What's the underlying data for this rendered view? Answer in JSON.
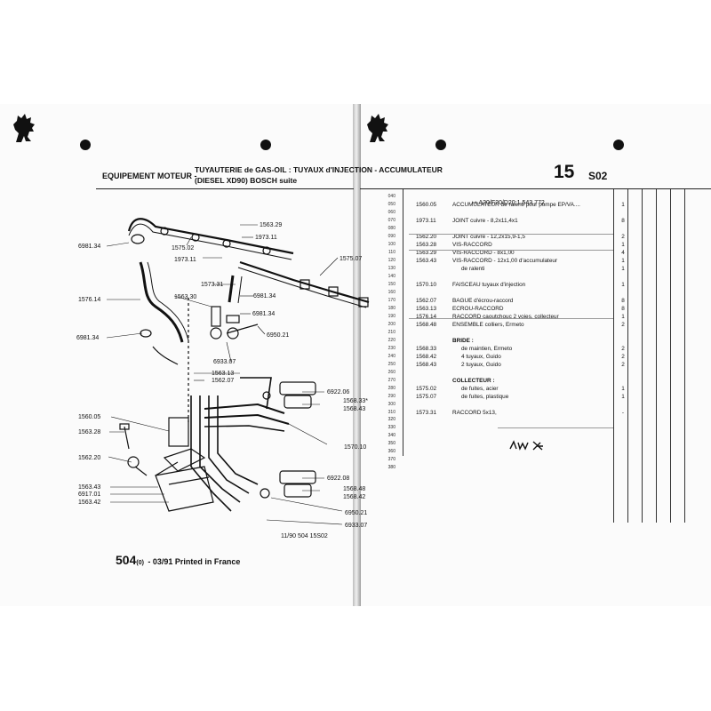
{
  "left_page": {
    "section": "EQUIPEMENT MOTEUR -",
    "title_line1": "TUYAUTERIE de GAS-OIL : TUYAUX d'INJECTION - ACCUMULATEUR",
    "title_line2": "(DIESEL XD90) BOSCH suite",
    "diagram_ref": "11/90  504  15S02",
    "footer_model": "504",
    "footer_sub": "(0)",
    "footer_text": "- 03/91 Printed in France",
    "part_labels": [
      {
        "text": "1563.29"
      },
      {
        "text": "1973.11"
      },
      {
        "text": "6981.34"
      },
      {
        "text": "1575.02"
      },
      {
        "text": "1973.11"
      },
      {
        "text": "1575.07"
      },
      {
        "text": "1573.31"
      },
      {
        "text": "1576.14"
      },
      {
        "text": "1563.30"
      },
      {
        "text": "6981.34"
      },
      {
        "text": "6981.34"
      },
      {
        "text": "6981.34"
      },
      {
        "text": "6950.21"
      },
      {
        "text": "6933.07"
      },
      {
        "text": "1563.13"
      },
      {
        "text": "1562.07"
      },
      {
        "text": "6922.06"
      },
      {
        "text": "1568.33*"
      },
      {
        "text": "1568.43"
      },
      {
        "text": "1560.05"
      },
      {
        "text": "1563.28"
      },
      {
        "text": "1570.10"
      },
      {
        "text": "1562.20"
      },
      {
        "text": "6922.08"
      },
      {
        "text": "1563.43"
      },
      {
        "text": "6917.01"
      },
      {
        "text": "1563.42"
      },
      {
        "text": "1568.48"
      },
      {
        "text": "1568.42"
      },
      {
        "text": "6950.21"
      },
      {
        "text": "6933.07"
      }
    ]
  },
  "right_page": {
    "group_number": "15",
    "group_sub": "S02",
    "applicability": "A20/F20/D20:1.543.772",
    "row_numbers": [
      "040",
      "050",
      "060",
      "070",
      "080",
      "090",
      "100",
      "110",
      "120",
      "130",
      "140",
      "150",
      "160",
      "170",
      "180",
      "190",
      "200",
      "210",
      "220",
      "230",
      "240",
      "250",
      "260",
      "270",
      "280",
      "290",
      "300",
      "310",
      "320",
      "330",
      "340",
      "350",
      "360",
      "370",
      "380"
    ],
    "rows": [
      {
        "r": "040",
        "ref": "",
        "des": "",
        "qty": ""
      },
      {
        "r": "050",
        "ref": "1560.05",
        "des": "ACCUMULATEUR de ralenti pour pompe EP/VA....",
        "qty": "1"
      },
      {
        "r": "060",
        "ref": "",
        "des": "",
        "qty": ""
      },
      {
        "r": "070",
        "ref": "1973.11",
        "des": "JOINT cuivre - 8,2x11,4x1",
        "qty": "8"
      },
      {
        "r": "080",
        "ref": "",
        "des": "",
        "qty": ""
      },
      {
        "r": "090",
        "ref": "1562.20",
        "des": "JOINT cuivre - 12,2x15,9-1,5",
        "qty": "2"
      },
      {
        "r": "100",
        "ref": "1563.28",
        "des": "VIS-RACCORD",
        "qty": "1"
      },
      {
        "r": "110",
        "ref": "1563.29",
        "des": "VIS-RACCORD - 8x1,00",
        "qty": "4"
      },
      {
        "r": "120",
        "ref": "1563.43",
        "des": "VIS-RACCORD - 12x1,00 d'accumulateur",
        "qty": "1"
      },
      {
        "r": "130",
        "ref": "",
        "des": "de ralenti",
        "qty": "1",
        "indent": true
      },
      {
        "r": "140",
        "ref": "",
        "des": "",
        "qty": ""
      },
      {
        "r": "150",
        "ref": "1570.10",
        "des": "FAISCEAU tuyaux d'injection",
        "qty": "1"
      },
      {
        "r": "160",
        "ref": "",
        "des": "",
        "qty": ""
      },
      {
        "r": "170",
        "ref": "1562.07",
        "des": "BAGUE d'écrou-raccord",
        "qty": "8"
      },
      {
        "r": "180",
        "ref": "1563.13",
        "des": "ECROU-RACCORD",
        "qty": "8"
      },
      {
        "r": "190",
        "ref": "1576.14",
        "des": "RACCORD caoutchouc 2 voies, collecteur",
        "qty": "1"
      },
      {
        "r": "200",
        "ref": "1568.48",
        "des": "ENSEMBLE colliers, Ermeto",
        "qty": "2"
      },
      {
        "r": "210",
        "ref": "",
        "des": "",
        "qty": ""
      },
      {
        "r": "220",
        "ref": "",
        "des": "BRIDE :",
        "qty": "",
        "sub": true
      },
      {
        "r": "230",
        "ref": "1568.33",
        "des": "de maintien, Ermeto",
        "qty": "2",
        "indent": true
      },
      {
        "r": "240",
        "ref": "1568.42",
        "des": "4 tuyaux, Guido",
        "qty": "2",
        "indent": true
      },
      {
        "r": "250",
        "ref": "1568.43",
        "des": "2 tuyaux, Guido",
        "qty": "2",
        "indent": true
      },
      {
        "r": "260",
        "ref": "",
        "des": "",
        "qty": ""
      },
      {
        "r": "270",
        "ref": "",
        "des": "COLLECTEUR :",
        "qty": "",
        "sub": true
      },
      {
        "r": "280",
        "ref": "1575.02",
        "des": "de fuites, acier",
        "qty": "1",
        "indent": true
      },
      {
        "r": "290",
        "ref": "1575.07",
        "des": "de fuites, plastique",
        "qty": "1",
        "indent": true
      },
      {
        "r": "300",
        "ref": "",
        "des": "",
        "qty": ""
      },
      {
        "r": "310",
        "ref": "1573.31",
        "des": "RACCORD 5x13,",
        "qty": "-"
      }
    ]
  }
}
